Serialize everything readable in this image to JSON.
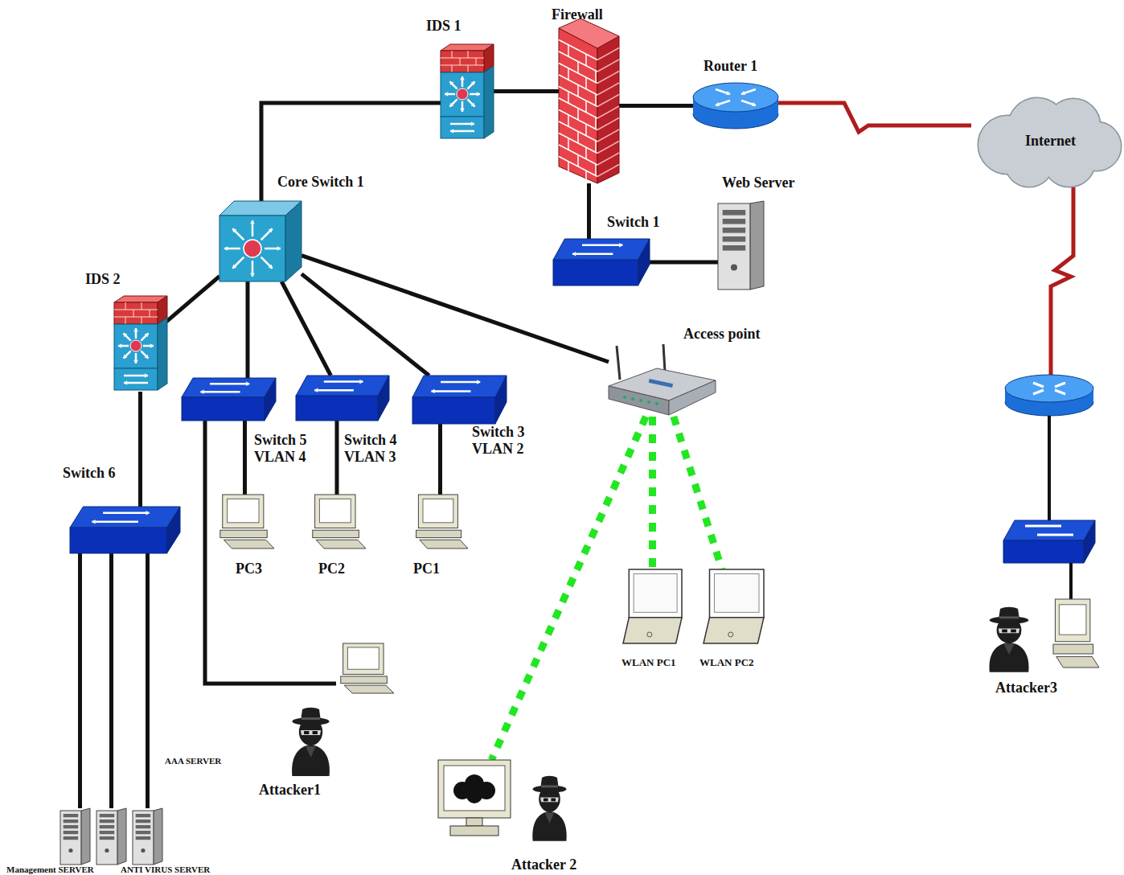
{
  "diagram": {
    "nodes": [
      {
        "text": [
          "IDS 1"
        ]
      },
      {
        "text": [
          "Firewall"
        ]
      },
      {
        "text": [
          "Router 1"
        ]
      },
      {
        "text": [
          "Internet"
        ]
      },
      {
        "text": [
          "Core Switch 1"
        ]
      },
      {
        "text": [
          "Switch 1"
        ]
      },
      {
        "text": [
          "Web Server"
        ]
      },
      {
        "text": [
          "IDS 2"
        ]
      },
      {
        "text": [
          "Access point"
        ]
      },
      {
        "text": [
          "Switch 5 VLAN 4"
        ]
      },
      {
        "text": [
          "Switch 4 VLAN 3"
        ]
      },
      {
        "text": [
          "Switch 3 VLAN 2"
        ]
      },
      {
        "text": [
          "Switch 6"
        ]
      },
      {
        "text": [
          "PC3"
        ]
      },
      {
        "text": [
          "PC2"
        ]
      },
      {
        "text": [
          "PC1"
        ]
      },
      {
        "text": [
          "WLAN PC1"
        ]
      },
      {
        "text": [
          "WLAN PC2"
        ]
      },
      {
        "text": [
          "Attacker3"
        ]
      },
      {
        "text": [
          "Attacker1"
        ]
      },
      {
        "text": [
          "Attacker 2"
        ]
      },
      {
        "text": [
          "Management SERVER"
        ]
      },
      {
        "text": [
          "ANTI VIRUS SERVER"
        ]
      },
      {
        "text": [
          "AAA SERVER"
        ]
      }
    ],
    "edges": [
      {
        "from": 4,
        "to": 0,
        "arrow": "none"
      },
      {
        "from": 0,
        "to": 1,
        "arrow": "none"
      },
      {
        "from": 1,
        "to": 2,
        "arrow": "none"
      },
      {
        "from": 2,
        "to": 3,
        "arrow": "none"
      },
      {
        "from": 1,
        "to": 5,
        "arrow": "none"
      },
      {
        "from": 5,
        "to": 6,
        "arrow": "none"
      },
      {
        "from": 4,
        "to": 7,
        "arrow": "none"
      },
      {
        "from": 7,
        "to": 12,
        "arrow": "none"
      },
      {
        "from": 4,
        "to": 9,
        "arrow": "none"
      },
      {
        "from": 4,
        "to": 10,
        "arrow": "none"
      },
      {
        "from": 4,
        "to": 11,
        "arrow": "none"
      },
      {
        "from": 4,
        "to": 8,
        "arrow": "none"
      },
      {
        "from": 9,
        "to": 13,
        "arrow": "none"
      },
      {
        "from": 10,
        "to": 14,
        "arrow": "none"
      },
      {
        "from": 11,
        "to": 15,
        "arrow": "none"
      },
      {
        "from": 9,
        "to": 19,
        "arrow": "none"
      },
      {
        "from": 12,
        "to": 21,
        "arrow": "none"
      },
      {
        "from": 12,
        "to": 22,
        "arrow": "none"
      },
      {
        "from": 12,
        "to": 23,
        "arrow": "none"
      },
      {
        "from": 8,
        "to": 16,
        "arrow": "none"
      },
      {
        "from": 8,
        "to": 17,
        "arrow": "none"
      },
      {
        "from": 8,
        "to": 20,
        "arrow": "none"
      }
    ]
  }
}
